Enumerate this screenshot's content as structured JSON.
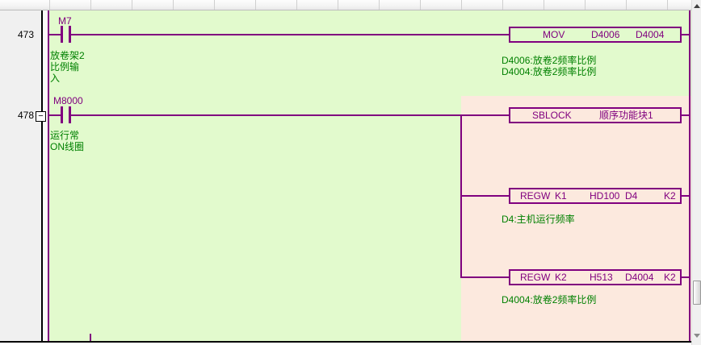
{
  "editor": {
    "kind": "plc-ladder-editor"
  },
  "colors": {
    "ladder_bg": "#e2facd",
    "function_block_bg": "#fce9de",
    "wire": "#80007f",
    "comment_text": "#008000",
    "number_column_bg": "#f0f0f0"
  },
  "icons": {
    "collapse": "−",
    "scroll_up": "triangle-up",
    "scroll_down": "triangle-down"
  },
  "rungs": [
    {
      "number": "473",
      "contact": {
        "label": "M7",
        "comment_lines": [
          "放卷架2",
          "比例输",
          "入"
        ]
      },
      "instruction": {
        "opcode": "MOV",
        "operands": [
          "D4006",
          "D4004"
        ]
      },
      "instruction_comments": [
        "D4006:放卷2频率比例",
        "D4004:放卷2频率比例"
      ]
    },
    {
      "number": "478",
      "collapsible": true,
      "contact": {
        "label": "M8000",
        "comment_lines": [
          "运行常",
          "ON线圈"
        ]
      },
      "blocks": [
        {
          "opcode": "SBLOCK",
          "operands": [
            "顺序功能块1"
          ],
          "comment": ""
        },
        {
          "opcode": "REGW",
          "operands": [
            "K1",
            "HD100",
            "D4",
            "K2"
          ],
          "comment": "D4:主机运行频率"
        },
        {
          "opcode": "REGW",
          "operands": [
            "K2",
            "H513",
            "D4004",
            "K2"
          ],
          "comment": "D4004:放卷2频率比例"
        }
      ]
    }
  ]
}
